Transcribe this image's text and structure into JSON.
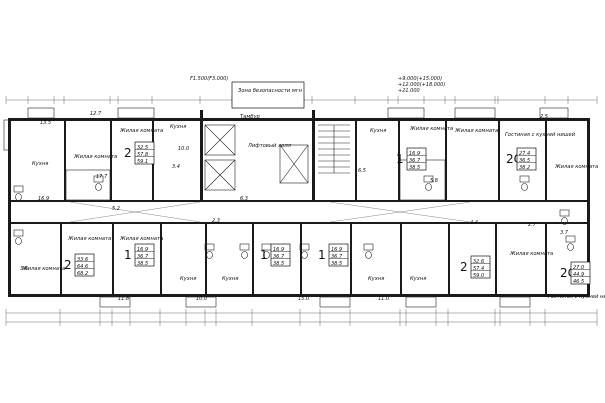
{
  "plan": {
    "top_note": "Зона безопасности мгн",
    "top_elev_left": "F1.500(F3.000)",
    "top_elev_right": [
      "+9.000(+15.000)",
      "+12.000(+18.000)",
      "+21.000"
    ],
    "lift_hall_label": "Лифтовый холл",
    "corridor_label": "Тамбур",
    "rooms": {
      "living": "Жилая комната",
      "kitchen": "Кухня",
      "living_kitchen": "Гостиная с кухней нишей"
    },
    "apartments": [
      {
        "id": "top-a1",
        "rooms": "2",
        "areas": [
          "32.5",
          "57.8",
          "59.1"
        ]
      },
      {
        "id": "top-a2",
        "rooms": "1",
        "areas": [
          "16.9",
          "36.7",
          "38.5"
        ]
      },
      {
        "id": "top-a3",
        "rooms": "2С",
        "areas": [
          "27.4",
          "36.5",
          "38.2"
        ]
      },
      {
        "id": "bot-a1",
        "rooms": "2",
        "areas": [
          "33.6",
          "64.6",
          "68.2"
        ]
      },
      {
        "id": "bot-a2",
        "rooms": "1",
        "areas": [
          "16.9",
          "36.7",
          "38.5"
        ]
      },
      {
        "id": "bot-a3",
        "rooms": "1",
        "areas": [
          "16.9",
          "36.7",
          "38.5"
        ]
      },
      {
        "id": "bot-a4",
        "rooms": "1",
        "areas": [
          "16.9",
          "36.7",
          "38.5"
        ]
      },
      {
        "id": "bot-a5",
        "rooms": "2",
        "areas": [
          "32.6",
          "57.4",
          "59.0"
        ]
      },
      {
        "id": "bot-a6",
        "rooms": "2С",
        "areas": [
          "27.0",
          "44.9",
          "46.5"
        ]
      }
    ],
    "room_areas": [
      "13.5",
      "12.7",
      "16.9",
      "10.0",
      "6.3",
      "5.2",
      "3.4",
      "2.3",
      "11.8",
      "15.0",
      "10.0",
      "11.0",
      "6.5",
      "4.4",
      "3.7",
      "17.7",
      "5.8",
      "2.5",
      "3.6",
      "2.7"
    ]
  }
}
